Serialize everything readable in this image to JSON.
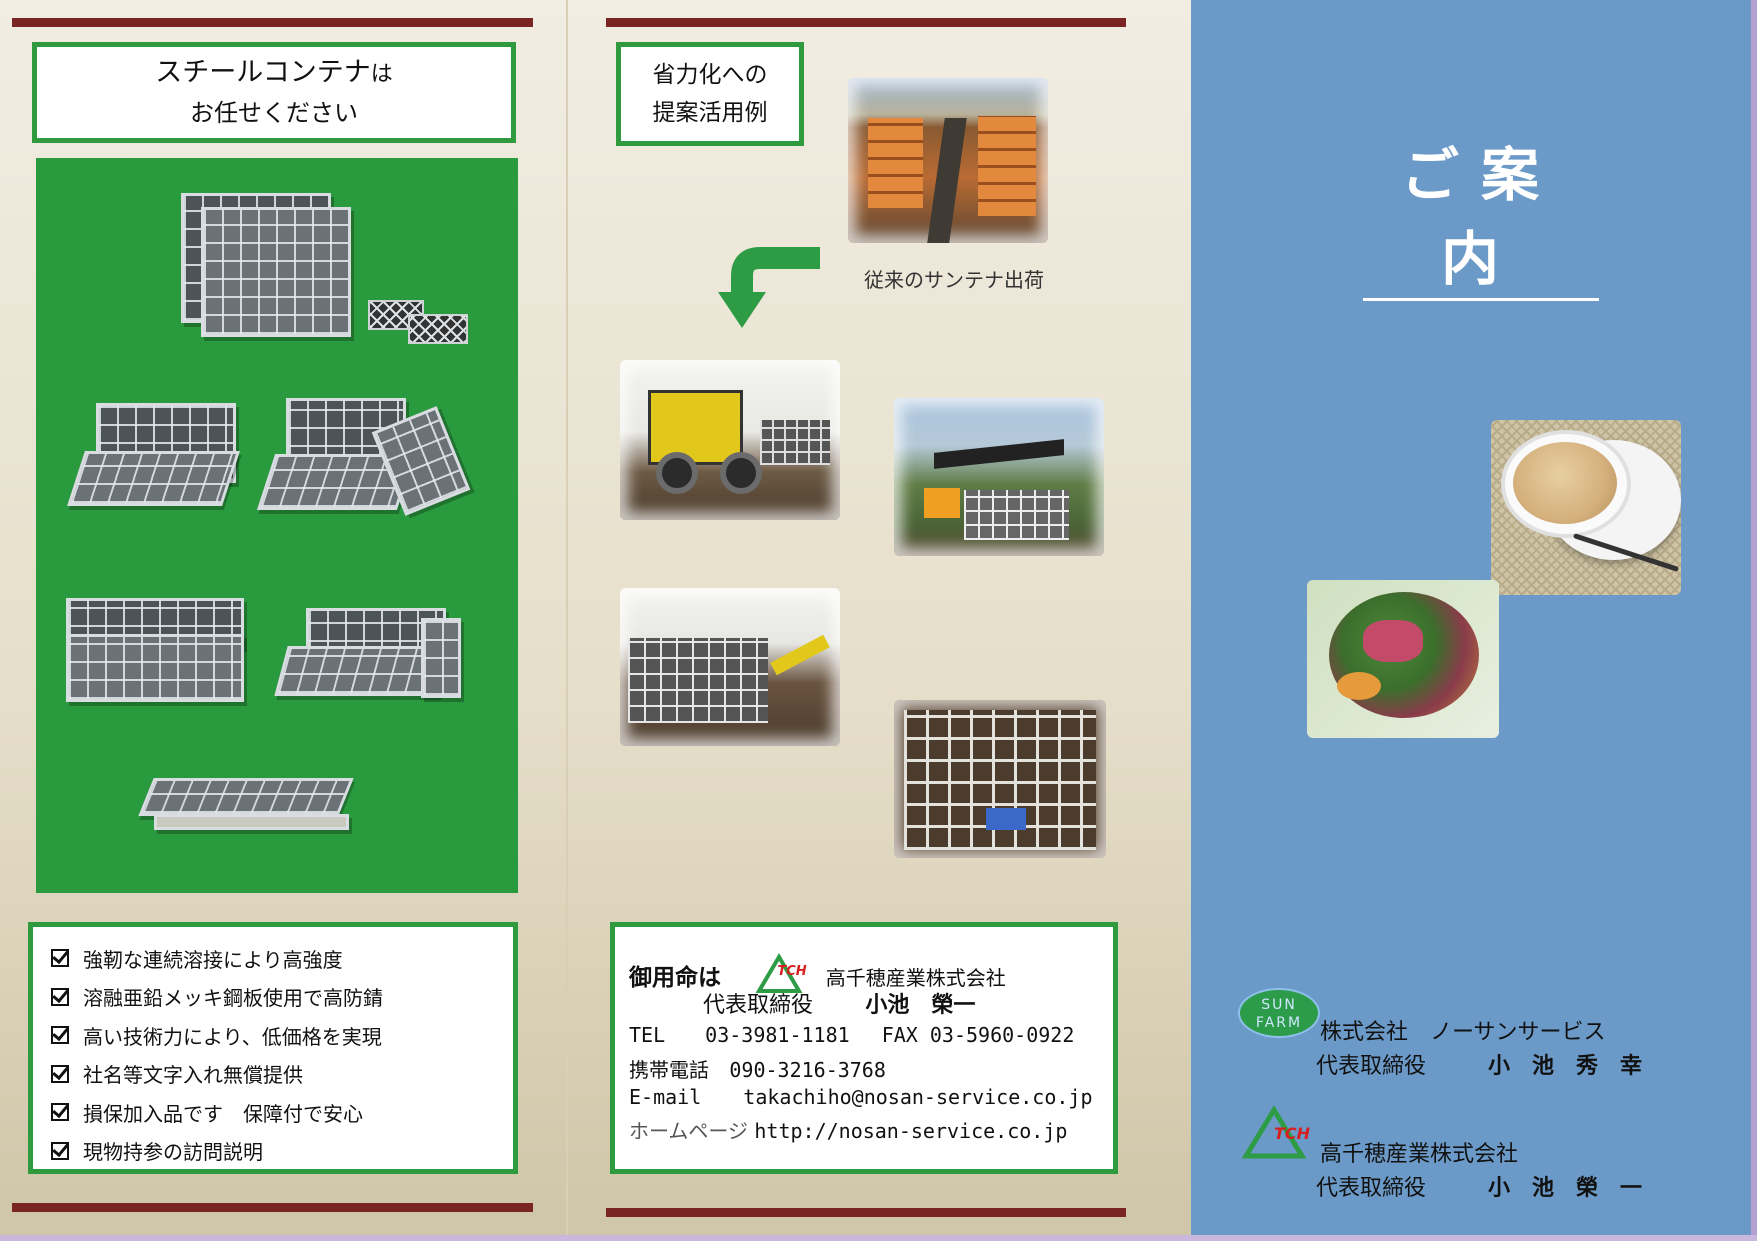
{
  "left_panel": {
    "title_line1_a": "スチールコンテナ",
    "title_line1_b": "は",
    "title_line2": "お任せください",
    "features": [
      "強靭な連続溶接により高強度",
      "溶融亜鉛メッキ鋼板使用で高防錆",
      "高い技術力により、低価格を実現",
      "社名等文字入れ無償提供",
      "損保加入品です　保障付で安心",
      "現物持参の訪問説明"
    ]
  },
  "middle_panel": {
    "title_line1": "省力化への",
    "title_line2": "提案活用例",
    "caption": "従来のサンテナ出荷",
    "contact": {
      "lead": "御用命は",
      "tch_logo_text": "TCH",
      "company": "高千穂産業株式会社",
      "rep": "代表取締役",
      "rep_name": "小池　榮一",
      "tel_label": "TEL",
      "tel": "03-3981-1181",
      "fax_label": "FAX",
      "fax": "03-5960-0922",
      "mobile_label": "携帯電話",
      "mobile": "090-3216-3768",
      "email_label": "E-mail",
      "email": "takachiho@nosan-service.co.jp",
      "homepage_label": "ホームページ",
      "homepage": "http://nosan-service.co.jp"
    }
  },
  "right_panel": {
    "title": "ご案内",
    "sunfarm_logo_line1": "SUN",
    "sunfarm_logo_line2": "FARM",
    "company1": "株式会社　ノーサンサービス",
    "company1_rep": "代表取締役",
    "company1_rep_name": "小　池　秀　幸",
    "tch_logo_text": "TCH",
    "company2": "高千穂産業株式会社",
    "company2_rep": "代表取締役",
    "company2_rep_name": "小　池　榮　一"
  },
  "colors": {
    "green": "#2a9a3e",
    "maroon_rule": "#7b2424",
    "right_panel_blue": "#6b9ac8"
  },
  "icons": [
    "check-box-icon",
    "down-left-arrow-icon",
    "tch-logo-icon",
    "sunfarm-logo-icon"
  ]
}
